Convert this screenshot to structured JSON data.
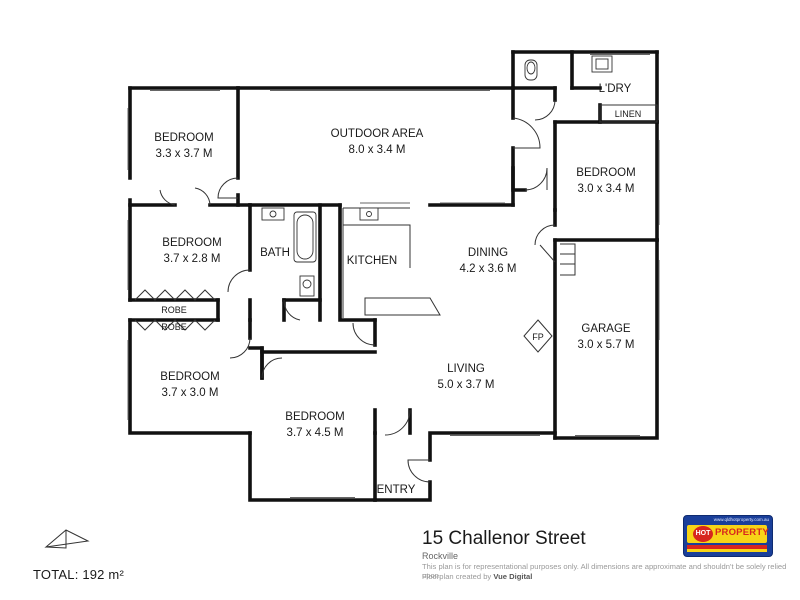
{
  "rooms": {
    "bedroom_nw": {
      "name": "BEDROOM",
      "size": "3.3 x 3.7 M"
    },
    "outdoor": {
      "name": "OUTDOOR AREA",
      "size": "8.0 x 3.4 M"
    },
    "bedroom_w": {
      "name": "BEDROOM",
      "size": "3.7 x 2.8 M"
    },
    "bath": {
      "name": "BATH"
    },
    "kitchen": {
      "name": "KITCHEN"
    },
    "dining": {
      "name": "DINING",
      "size": "4.2 x 3.6 M"
    },
    "bedroom_ne": {
      "name": "BEDROOM",
      "size": "3.0 x 3.4 M"
    },
    "laundry": {
      "name": "L'DRY"
    },
    "linen": {
      "name": "LINEN"
    },
    "robe1": {
      "name": "ROBE"
    },
    "robe2": {
      "name": "ROBE"
    },
    "bedroom_sw": {
      "name": "BEDROOM",
      "size": "3.7 x 3.0 M"
    },
    "bedroom_s": {
      "name": "BEDROOM",
      "size": "3.7 x 4.5 M"
    },
    "living": {
      "name": "LIVING",
      "size": "5.0 x 3.7 M"
    },
    "fireplace": {
      "name": "FP"
    },
    "garage": {
      "name": "GARAGE",
      "size": "3.0 x 5.7 M"
    },
    "entry": {
      "name": "ENTRY"
    }
  },
  "total": "TOTAL:  192 m²",
  "address": "15 Challenor Street",
  "suburb": "Rockville",
  "disclaimer": "This plan is for representational purposes only. All dimensions are approximate and shouldn't be solely relied upon.",
  "credit_prefix": "Floorplan created by",
  "credit_name": "Vue Digital",
  "logo": {
    "url": "www.qldhotproperty.com.au",
    "hot": "HOT",
    "property": "PROPERTY"
  },
  "icons": {
    "compass": "north-arrow-icon"
  },
  "colors": {
    "walls": "#111111",
    "logo_blue": "#1a3f9a",
    "logo_yellow": "#f7d417",
    "logo_red": "#d7261e"
  }
}
